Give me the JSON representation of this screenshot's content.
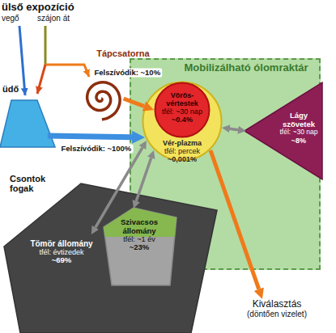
{
  "diagram": {
    "nodes": [
      {
        "text": [
          "üdő"
        ]
      },
      {
        "text": [
          "Tápcsatorna"
        ]
      },
      {
        "text": [
          "Mobilizálható ólomraktár"
        ]
      },
      {
        "text": [
          "Vér-plazma",
          "tfél: percek",
          "~0,001%"
        ],
        "in": 2
      },
      {
        "text": [
          "Vörös-vértestek",
          "tfél: ~30 nap",
          "~0.4%"
        ],
        "in": 3
      },
      {
        "text": [
          "Lágy szövetek",
          "tfél: ~30 nap",
          "~8%"
        ],
        "in": 2
      },
      {
        "text": [
          "Csontok fogak"
        ]
      },
      {
        "text": [
          "Tömör állomány",
          "tfél: évtizedek",
          "~69%"
        ],
        "in": 6
      },
      {
        "text": [
          "Szivacsos állomány",
          "tfél: ~1 év",
          "~23%"
        ],
        "in": 6
      },
      {
        "text": [
          "Kiválasztás",
          "(döntően vizelet)"
        ]
      }
    ],
    "edges": [
      {
        "from": 0,
        "to": 3,
        "label": "Felszívódik: ~100%",
        "arrow": "to"
      },
      {
        "from": 1,
        "to": 4,
        "label": "Felszívódik: ~10%",
        "arrow": "to"
      },
      {
        "from": 3,
        "to": 5,
        "arrow": "both"
      },
      {
        "from": 3,
        "to": 8,
        "arrow": "both"
      },
      {
        "from": 3,
        "to": 7,
        "arrow": "both"
      },
      {
        "from": 3,
        "to": 9,
        "arrow": "to"
      }
    ],
    "labels": [
      "ülső expozíció",
      "vegő",
      "szájon át"
    ]
  }
}
